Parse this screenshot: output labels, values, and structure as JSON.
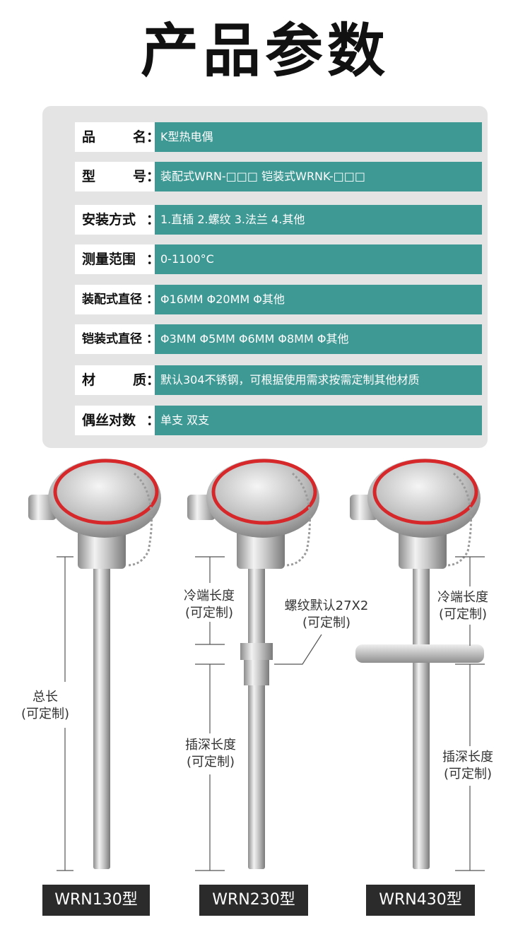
{
  "page": {
    "title": "产品参数"
  },
  "specs": [
    {
      "label": "品名",
      "value": "K型热电偶"
    },
    {
      "label": "型号",
      "value": "装配式WRN-□□□ 铠装式WRNK-□□□"
    },
    {
      "label": "安装方式",
      "value": "1.直插 2.螺纹 3.法兰 4.其他"
    },
    {
      "label": "测量范围",
      "value": "0-1100°C"
    },
    {
      "label": "装配式直径",
      "value": "Φ16MM Φ20MM Φ其他"
    },
    {
      "label": "铠装式直径",
      "value": "Φ3MM Φ5MM Φ6MM Φ8MM Φ其他"
    },
    {
      "label": "材质",
      "value": "默认304不锈钢，可根据使用需求按需定制其他材质"
    },
    {
      "label": "偶丝对数",
      "value": "单支 双支"
    }
  ],
  "colon": "：",
  "diagram": {
    "total_length": "总长",
    "customizable": "(可定制)",
    "cold_end_length": "冷端长度",
    "insertion_depth": "插深长度",
    "thread_default": "螺纹默认27X2",
    "models": [
      "WRN130型",
      "WRN230型",
      "WRN430型"
    ]
  },
  "colors": {
    "accent": "#3e9994",
    "panel": "#e4e4e4",
    "tag": "#2b2b2b",
    "seal": "#d6282b"
  }
}
